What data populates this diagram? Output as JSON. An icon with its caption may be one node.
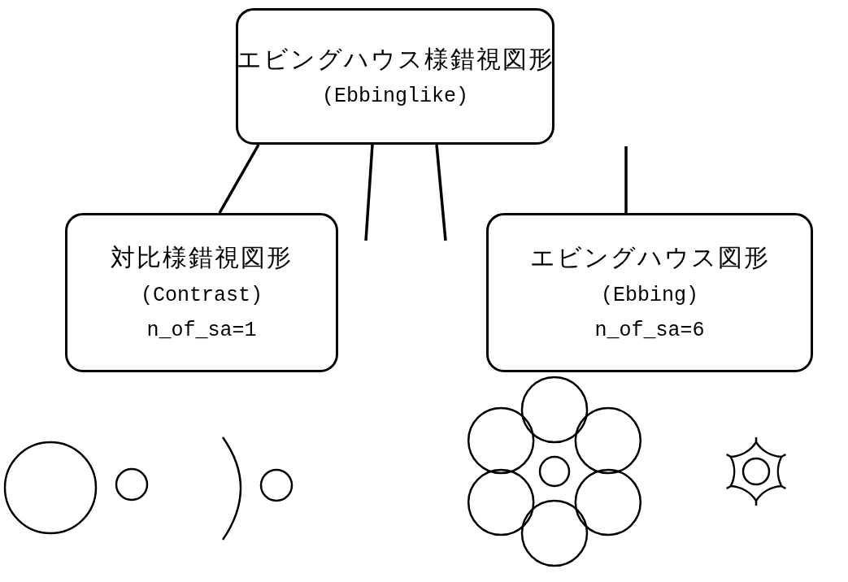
{
  "diagram": {
    "nodes": [
      {
        "text": [
          "エビングハウス様錯視図形",
          "(Ebbinglike)"
        ]
      },
      {
        "text": [
          "対比様錯視図形",
          "(Contrast)",
          "n_of_sa=1"
        ]
      },
      {
        "text": [
          "エビングハウス図形",
          "(Ebbing)",
          "n_of_sa=6"
        ]
      }
    ],
    "edges": [
      {
        "from": 0,
        "to": 1,
        "arrow": "none"
      },
      {
        "from": 0,
        "to": null,
        "arrow": "none"
      },
      {
        "from": 0,
        "to": null,
        "arrow": "none"
      },
      {
        "from": null,
        "to": 2,
        "arrow": "none"
      }
    ]
  }
}
